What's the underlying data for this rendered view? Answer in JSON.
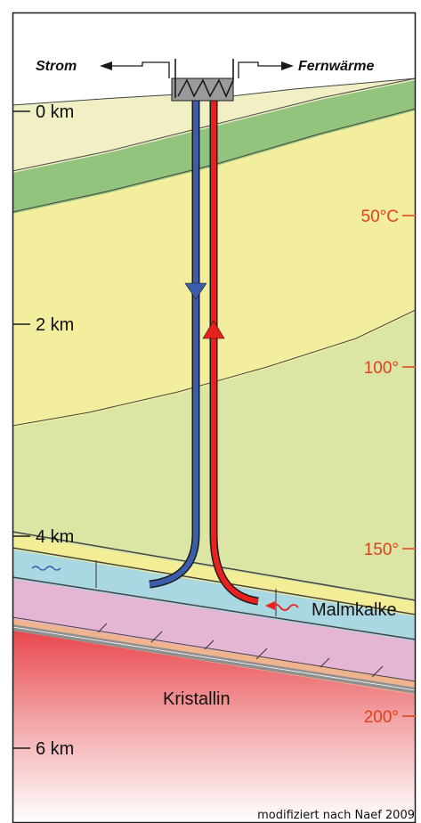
{
  "labels": {
    "strom": "Strom",
    "fernwaerme": "Fernwärme",
    "malmkalke": "Malmkalke",
    "kristallin": "Kristallin",
    "credit": "modifiziert nach Naef 2009"
  },
  "depth_ticks": [
    "0 km",
    "2 km",
    "4 km",
    "6 km"
  ],
  "temp_ticks": [
    "50°C",
    "100°",
    "150°",
    "200°"
  ],
  "colors": {
    "cold_pipe": "#3b5dab",
    "hot_pipe": "#e8201e",
    "temperature_text": "#e0401d",
    "surface_layer": "#f1f0c5",
    "green_layer": "#93c47d",
    "yellow_layer": "#f2ee9e",
    "lower_green_layer": "#dbe6a5",
    "malm_limestone": "#a9d7e2",
    "pink_layer": "#e5b5d5",
    "crystalline": "#e8434a"
  },
  "icons": [
    "power-plant-icon",
    "arrow-left-icon",
    "arrow-right-icon",
    "flow-down-arrow-icon",
    "flow-up-arrow-icon",
    "water-wave-icon",
    "heat-wiggle-arrow-icon"
  ]
}
